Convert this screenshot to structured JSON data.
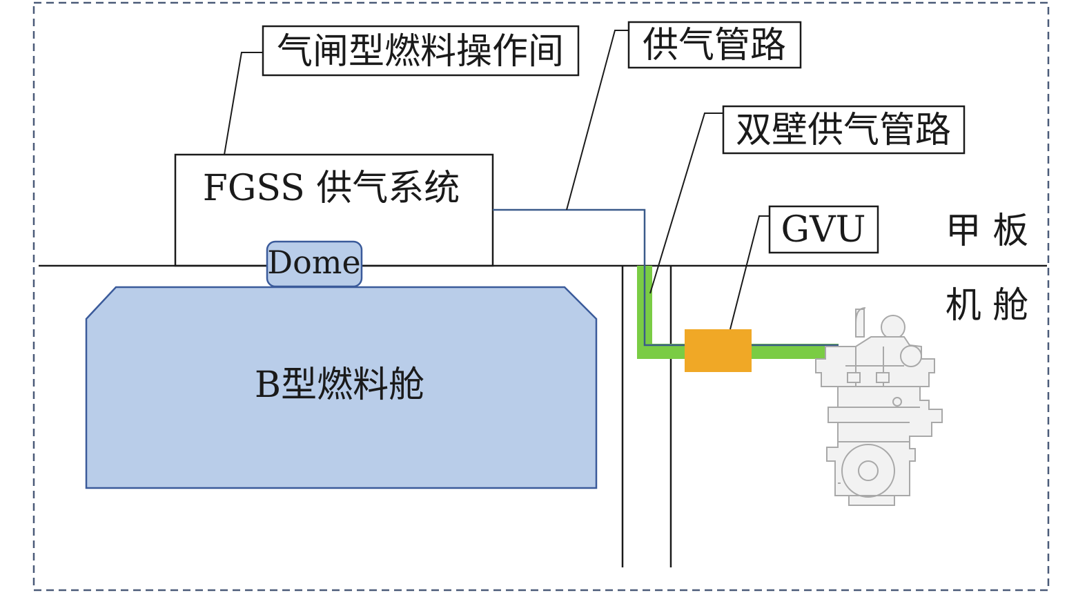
{
  "labels": {
    "airlock_room": "气闸型燃料操作间",
    "supply_pipe": "供气管路",
    "double_wall_pipe": "双壁供气管路",
    "gvu": "GVU",
    "fgss": "FGSS 供气系统",
    "dome": "Dome",
    "tank": "B型燃料舱",
    "deck": "甲 板",
    "engine_room": "机 舱"
  },
  "colors": {
    "frame_dash": "#4a5a78",
    "tank_fill": "#b9cde9",
    "tank_stroke": "#3a5a9a",
    "pipe": "#3a5a8a",
    "double_wall": "#7acc44",
    "gvu_fill": "#f0a826",
    "engine": "#a8a8a8"
  },
  "icons": {
    "engine": "engine-icon"
  }
}
